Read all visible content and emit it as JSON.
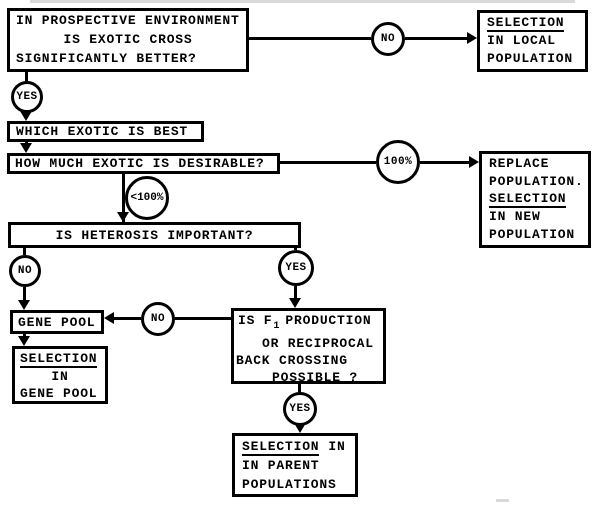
{
  "flowchart": {
    "q_prospective": {
      "line1": "IN PROSPECTIVE ENVIRONMENT",
      "line2": "IS EXOTIC CROSS",
      "line3": "SIGNIFICANTLY BETTER?"
    },
    "t_selection_local": {
      "line1": "SELECTION",
      "line2": "IN LOCAL",
      "line3": "POPULATION"
    },
    "p_which_exotic": {
      "label": "WHICH EXOTIC IS BEST"
    },
    "q_how_much": {
      "label": "HOW MUCH EXOTIC IS DESIRABLE?"
    },
    "t_replace": {
      "line1": "REPLACE",
      "line2": "POPULATION.",
      "line3": "SELECTION",
      "line4": "IN NEW",
      "line5": "POPULATION"
    },
    "q_heterosis": {
      "label": "IS HETEROSIS IMPORTANT?"
    },
    "p_gene_pool": {
      "label": "GENE POOL"
    },
    "q_f1": {
      "line1_pre": "IS F",
      "line1_sub": "1",
      "line1_post": "PRODUCTION",
      "line2": "OR RECIPROCAL",
      "line3": "BACK CROSSING",
      "line4": "POSSIBLE ?"
    },
    "t_selection_gene_pool": {
      "line1": "SELECTION",
      "line2": "IN",
      "line3": "GENE POOL"
    },
    "t_selection_parent": {
      "line1_u": "SELECTION",
      "line1_rest": "IN",
      "line2": "IN PARENT",
      "line3": "POPULATIONS"
    },
    "connectors": {
      "no1": "NO",
      "yes1": "YES",
      "c100": "100%",
      "lt100": "<100%",
      "no2": "NO",
      "yes2": "YES",
      "no3": "NO",
      "yes3": "YES"
    }
  },
  "colors": {
    "ink": "#000000",
    "paper": "#ffffff"
  }
}
